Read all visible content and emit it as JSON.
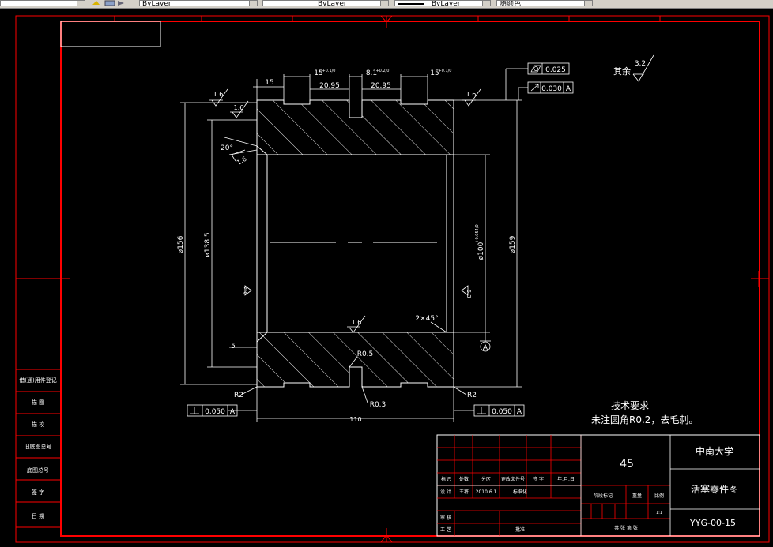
{
  "toolbar": {
    "layer_combo_1": "ByLayer",
    "layer_combo_2": "ByLayer",
    "layer_combo_3": "ByLayer",
    "plot_style": "随颜色"
  },
  "drawing": {
    "roughness_other": "其余",
    "roughness_other_value": "3.2",
    "dims": {
      "d15_left": "15",
      "d15_mid1": "15",
      "d15_mid1_tol": "+0.1/0",
      "d20_95_a": "20.95",
      "d8_1": "8.1",
      "d8_1_tol": "+0.2/0",
      "d20_95_b": "20.95",
      "d15_mid2": "15",
      "d15_mid2_tol": "+0.1/0",
      "dia156": "ø156",
      "dia138_5": "ø138.5",
      "dia100": "ø100",
      "dia100_tol": "+0.054/0",
      "dia159": "ø159",
      "len110": "110",
      "chamfer": "2×45°",
      "angle20": "20°",
      "dim5": "5",
      "r05": "R0.5",
      "r03": "R0.3",
      "r2_left": "R2",
      "r2_right": "R2"
    },
    "roughness": {
      "r_top_left": "1.6",
      "r_top_left2": "1.6",
      "r_top_right": "1.6",
      "r_angle": "1.6",
      "r_mid": "1.6",
      "r_left_bore": "6.3",
      "r_right_bore": "6.3"
    },
    "tolerances": {
      "cylindricity_value": "0.025",
      "runout_value": "0.030",
      "runout_datum": "A",
      "perp_left_value": "0.050",
      "perp_left_datum": "A",
      "perp_right_value": "0.050",
      "perp_right_datum": "A",
      "datum_label": "A"
    },
    "notes": {
      "title": "技术要求",
      "line1": "未注圆角R0.2，去毛刺。"
    }
  },
  "title_block": {
    "material": "45",
    "school": "中南大学",
    "part_name": "活塞零件图",
    "code": "YYG-00-15",
    "scale_value": "1:1",
    "h_mark": "标记",
    "h_count": "处数",
    "h_zone": "分区",
    "h_docno": "更改文件号",
    "h_sign": "签 字",
    "h_date": "年.月.日",
    "design": "设 计",
    "designer": "王将",
    "date": "2010.6.1",
    "standard": "标准化",
    "stage_mark": "阶段标记",
    "weight": "重量",
    "scale": "比例",
    "review": "审 核",
    "process": "工 艺",
    "approve": "批准",
    "sheets": "共  张 第  张"
  },
  "side_block": {
    "items": [
      "借(通)用件登记",
      "描 图",
      "描 校",
      "旧底图总号",
      "底图总号",
      "签 字",
      "日 期"
    ]
  }
}
